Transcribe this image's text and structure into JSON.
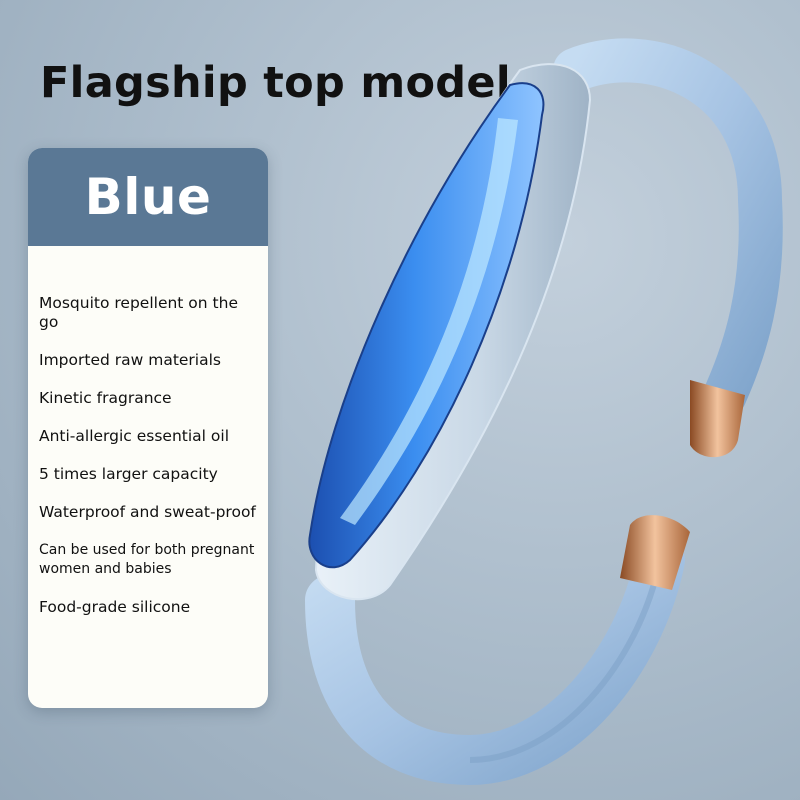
{
  "headline": "Flagship top model",
  "card": {
    "title": "Blue",
    "features": [
      "Mosquito repellent on the go",
      "Imported raw materials",
      "Kinetic fragrance",
      "Anti-allergic essential oil",
      "5 times larger capacity",
      "Waterproof and sweat-proof",
      "Can be used for both pregnant women and babies",
      "Food-grade silicone"
    ]
  },
  "product": {
    "type": "bracelet-image",
    "colors": {
      "band": "#aac7e6",
      "band_shadow": "#7ea3c9",
      "capsule": "#2f7fe0",
      "tips": "#d8935f",
      "background": "#a9bac9",
      "card_header": "#5a7895"
    }
  }
}
